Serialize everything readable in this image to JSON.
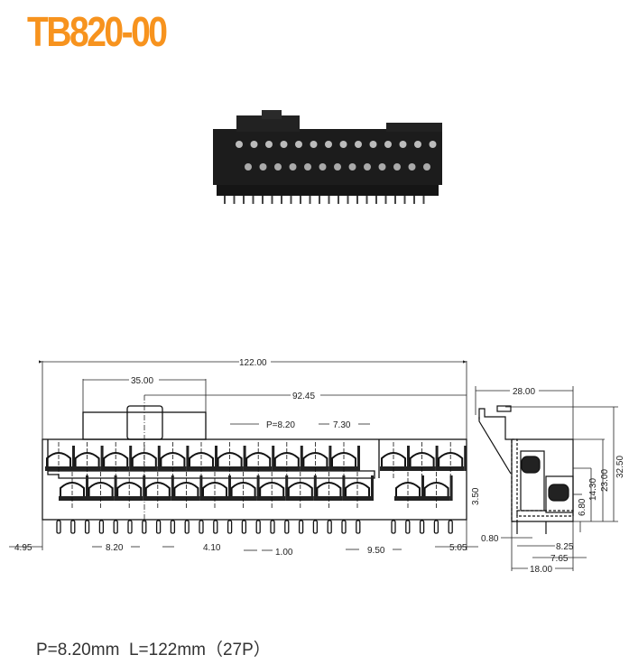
{
  "title": "TB820-00",
  "spec_line": "P=8.20mm  L=122mm（27P）",
  "accent_color": "#f7931e",
  "front_view": {
    "dims": {
      "overall_length": "122.00",
      "housing_width": "35.00",
      "offset": "92.45",
      "pitch": "P=8.20",
      "gap": "7.30",
      "height_pin": "3.50",
      "left_margin": "4.95",
      "pin_pitch": "8.20",
      "half_pitch": "4.10",
      "pin_width": "1.00",
      "group_gap": "9.50",
      "right_margin": "5.05"
    }
  },
  "side_view": {
    "dims": {
      "depth": "28.00",
      "total_height": "32.50",
      "body_height": "23.00",
      "upper_height": "14.30",
      "lower_height": "6.80",
      "pin_thickness": "0.80",
      "row_spacing": "8.25",
      "lower_depth": "7.65",
      "base_depth": "18.00"
    }
  },
  "pin_count": 27
}
